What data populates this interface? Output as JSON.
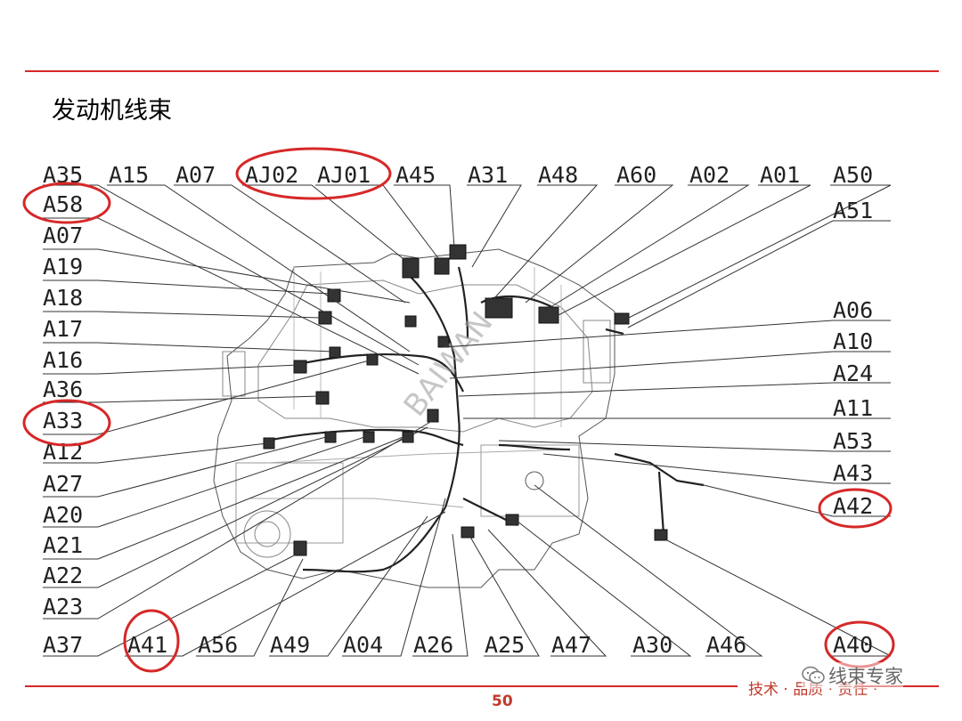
{
  "page": {
    "title": "发动机线束",
    "page_number": "50",
    "footer_slogan": "技术 · 品质 · 责任 ·",
    "watermark": "线束专家",
    "drawing_watermark": "BAIWAN"
  },
  "colors": {
    "rule": "#d62828",
    "highlight": "#d62828",
    "drawing": "#333333"
  },
  "labels": {
    "top_row": [
      "A35",
      "A15",
      "A07",
      "AJ02",
      "AJ01",
      "A45",
      "A31",
      "A48",
      "A60",
      "A02",
      "A01",
      "A50"
    ],
    "left_column": [
      "A58",
      "A07",
      "A19",
      "A18",
      "A17",
      "A16",
      "A36",
      "A33",
      "A12",
      "A27",
      "A20",
      "A21",
      "A22",
      "A23"
    ],
    "right_column": [
      "A51",
      "A06",
      "A10",
      "A24",
      "A11",
      "A53",
      "A43",
      "A42"
    ],
    "bottom_row": [
      "A37",
      "A41",
      "A56",
      "A49",
      "A04",
      "A26",
      "A25",
      "A47",
      "A30",
      "A46",
      "A40"
    ]
  },
  "highlighted": [
    "AJ02",
    "AJ01",
    "A58",
    "A33",
    "A42",
    "A41",
    "A40"
  ]
}
